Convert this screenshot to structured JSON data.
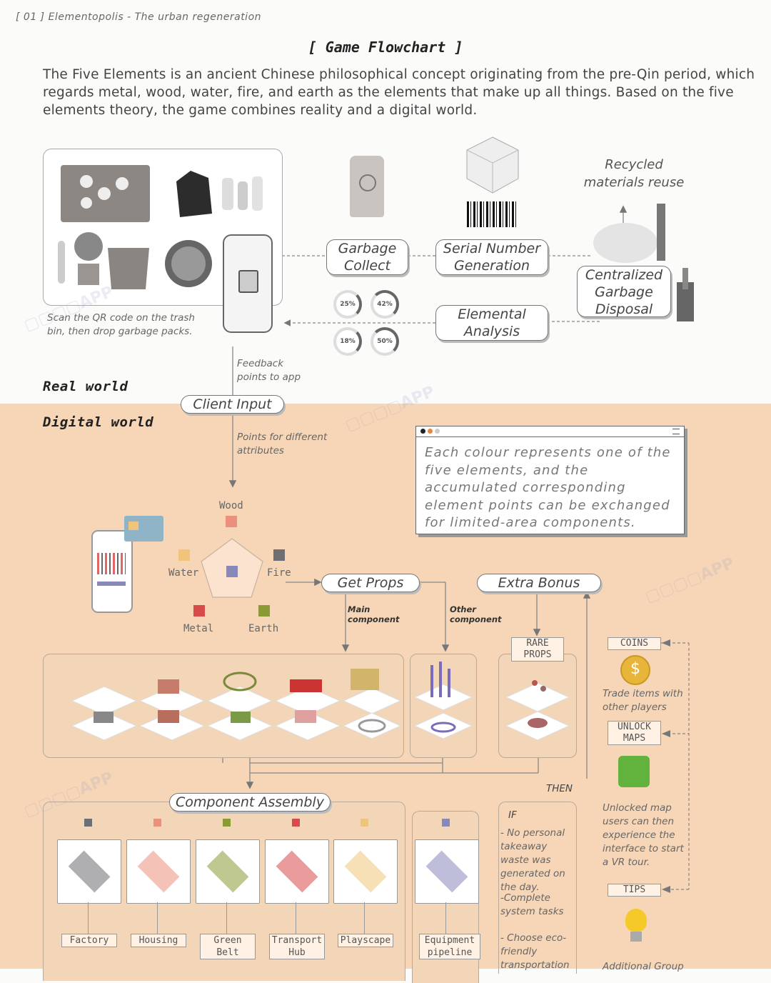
{
  "header": {
    "page_label": "[ 01 ]  Elementopolis - The urban regeneration"
  },
  "title": "[ Game Flowchart ]",
  "intro": "The Five Elements is an ancient Chinese philosophical concept originating from the pre-Qin period, which regards metal, wood, water, fire, and earth as the elements that make up all things. Based on the five elements theory, the game combines reality and a digital world.",
  "real_world": {
    "label": "Real world",
    "scan_note": "Scan the QR code on the trash bin, then drop garbage packs.",
    "steps": {
      "garbage_collect": "Garbage Collect",
      "serial_number": "Serial Number Generation",
      "elemental_analysis": "Elemental Analysis",
      "centralized_disposal": "Centralized Garbage Disposal"
    },
    "recycled_note": "Recycled materials reuse",
    "feedback_note": "Feedback points to app",
    "percentages": [
      "25%",
      "42%",
      "18%",
      "50%"
    ]
  },
  "digital_world": {
    "label": "Digital world",
    "client_input": "Client Input",
    "points_note": "Points for different attributes",
    "info_box": "Each colour represents one of the five elements, and the accumulated corresponding element points can be exchanged for limited-area components.",
    "elements": [
      {
        "name": "Wood",
        "color": "#ec8f7c"
      },
      {
        "name": "Water",
        "color": "#f0c57a"
      },
      {
        "name": "Fire",
        "color": "#6e6e73"
      },
      {
        "name": "Metal",
        "color": "#d84b4b"
      },
      {
        "name": "Earth",
        "color": "#8a9a35"
      }
    ],
    "center_color": "#8888bb",
    "get_props": "Get Props",
    "extra_bonus": "Extra Bonus",
    "main_component": "Main component",
    "other_component": "Other component",
    "rare_props": "RARE PROPS",
    "coins": "COINS",
    "coins_note": "Trade items with other players",
    "unlock_maps": "UNLOCK MAPS",
    "unlock_note": "Unlocked map users can then experience the interface to start a VR tour.",
    "tips": "TIPS",
    "tips_note": "Additional Group",
    "then_label": "THEN",
    "if_label": "IF",
    "conditions": [
      "- No personal takeaway waste was generated on the day.",
      "-Complete system tasks",
      "- Choose eco-friendly transportation"
    ],
    "component_assembly": "Component Assembly",
    "assembly_items": [
      {
        "name": "Factory",
        "color": "#6e6e73"
      },
      {
        "name": "Housing",
        "color": "#ec8f7c"
      },
      {
        "name": "Green Belt",
        "color": "#8a9a35"
      },
      {
        "name": "Transport Hub",
        "color": "#d84b4b"
      },
      {
        "name": "Playscape",
        "color": "#f0c57a"
      },
      {
        "name": "Equipment pipeline",
        "color": "#8888bb"
      }
    ]
  }
}
